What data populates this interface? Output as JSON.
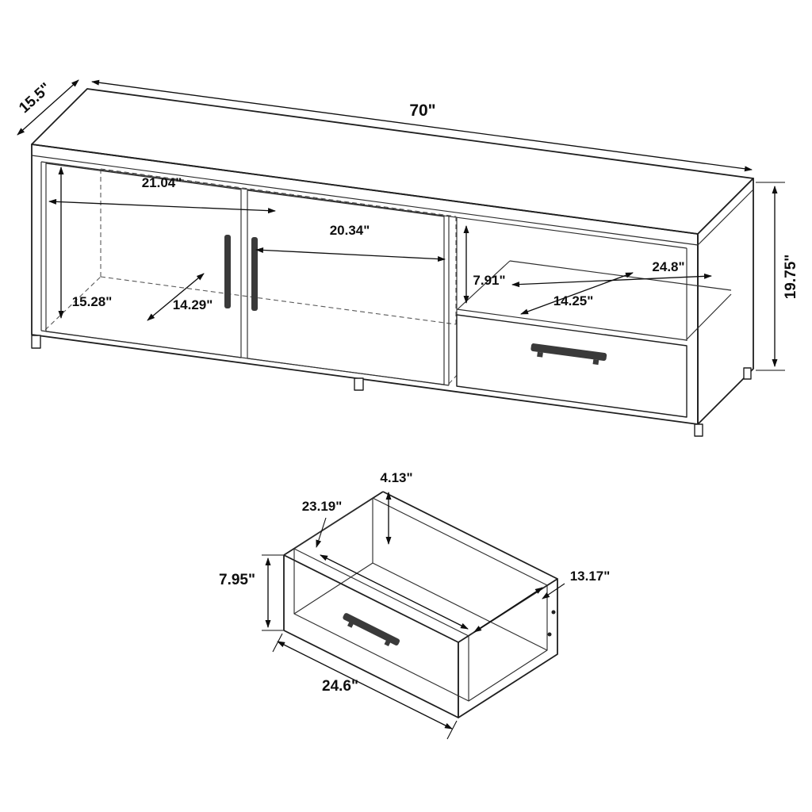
{
  "accent_colors": {
    "line": "#1f1f1f",
    "hardware": "#3a3a3a"
  },
  "tv_stand": {
    "width": "70\"",
    "depth": "15.5\"",
    "height": "19.75\"",
    "left_interior_width": "21.04\"",
    "middle_interior_width": "20.34\"",
    "interior_height": "15.28\"",
    "interior_depth": "14.29\"",
    "shelf_height": "7.91\"",
    "shelf_width": "24.8\"",
    "shelf_depth": "14.25\""
  },
  "drawer": {
    "back_height": "4.13\"",
    "interior_width": "23.19\"",
    "front_height": "7.95\"",
    "interior_depth": "13.17\"",
    "width": "24.6\""
  }
}
